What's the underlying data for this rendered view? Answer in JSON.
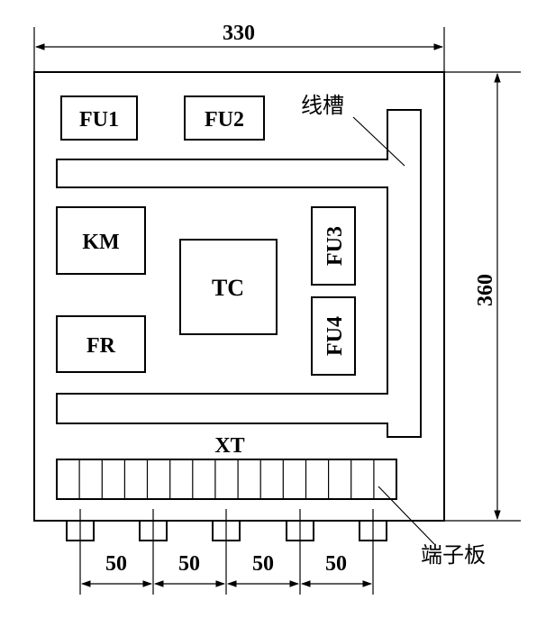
{
  "dimensions": {
    "width": "330",
    "height": "360",
    "spacing": [
      "50",
      "50",
      "50",
      "50"
    ]
  },
  "components": {
    "fu1": "FU1",
    "fu2": "FU2",
    "fu3": "FU3",
    "fu4": "FU4",
    "km": "KM",
    "fr": "FR",
    "tc": "TC",
    "xt": "XT"
  },
  "annotations": {
    "wire_duct": "线槽",
    "terminal_board": "端子板"
  },
  "terminal_block": {
    "segment_count": 15
  }
}
